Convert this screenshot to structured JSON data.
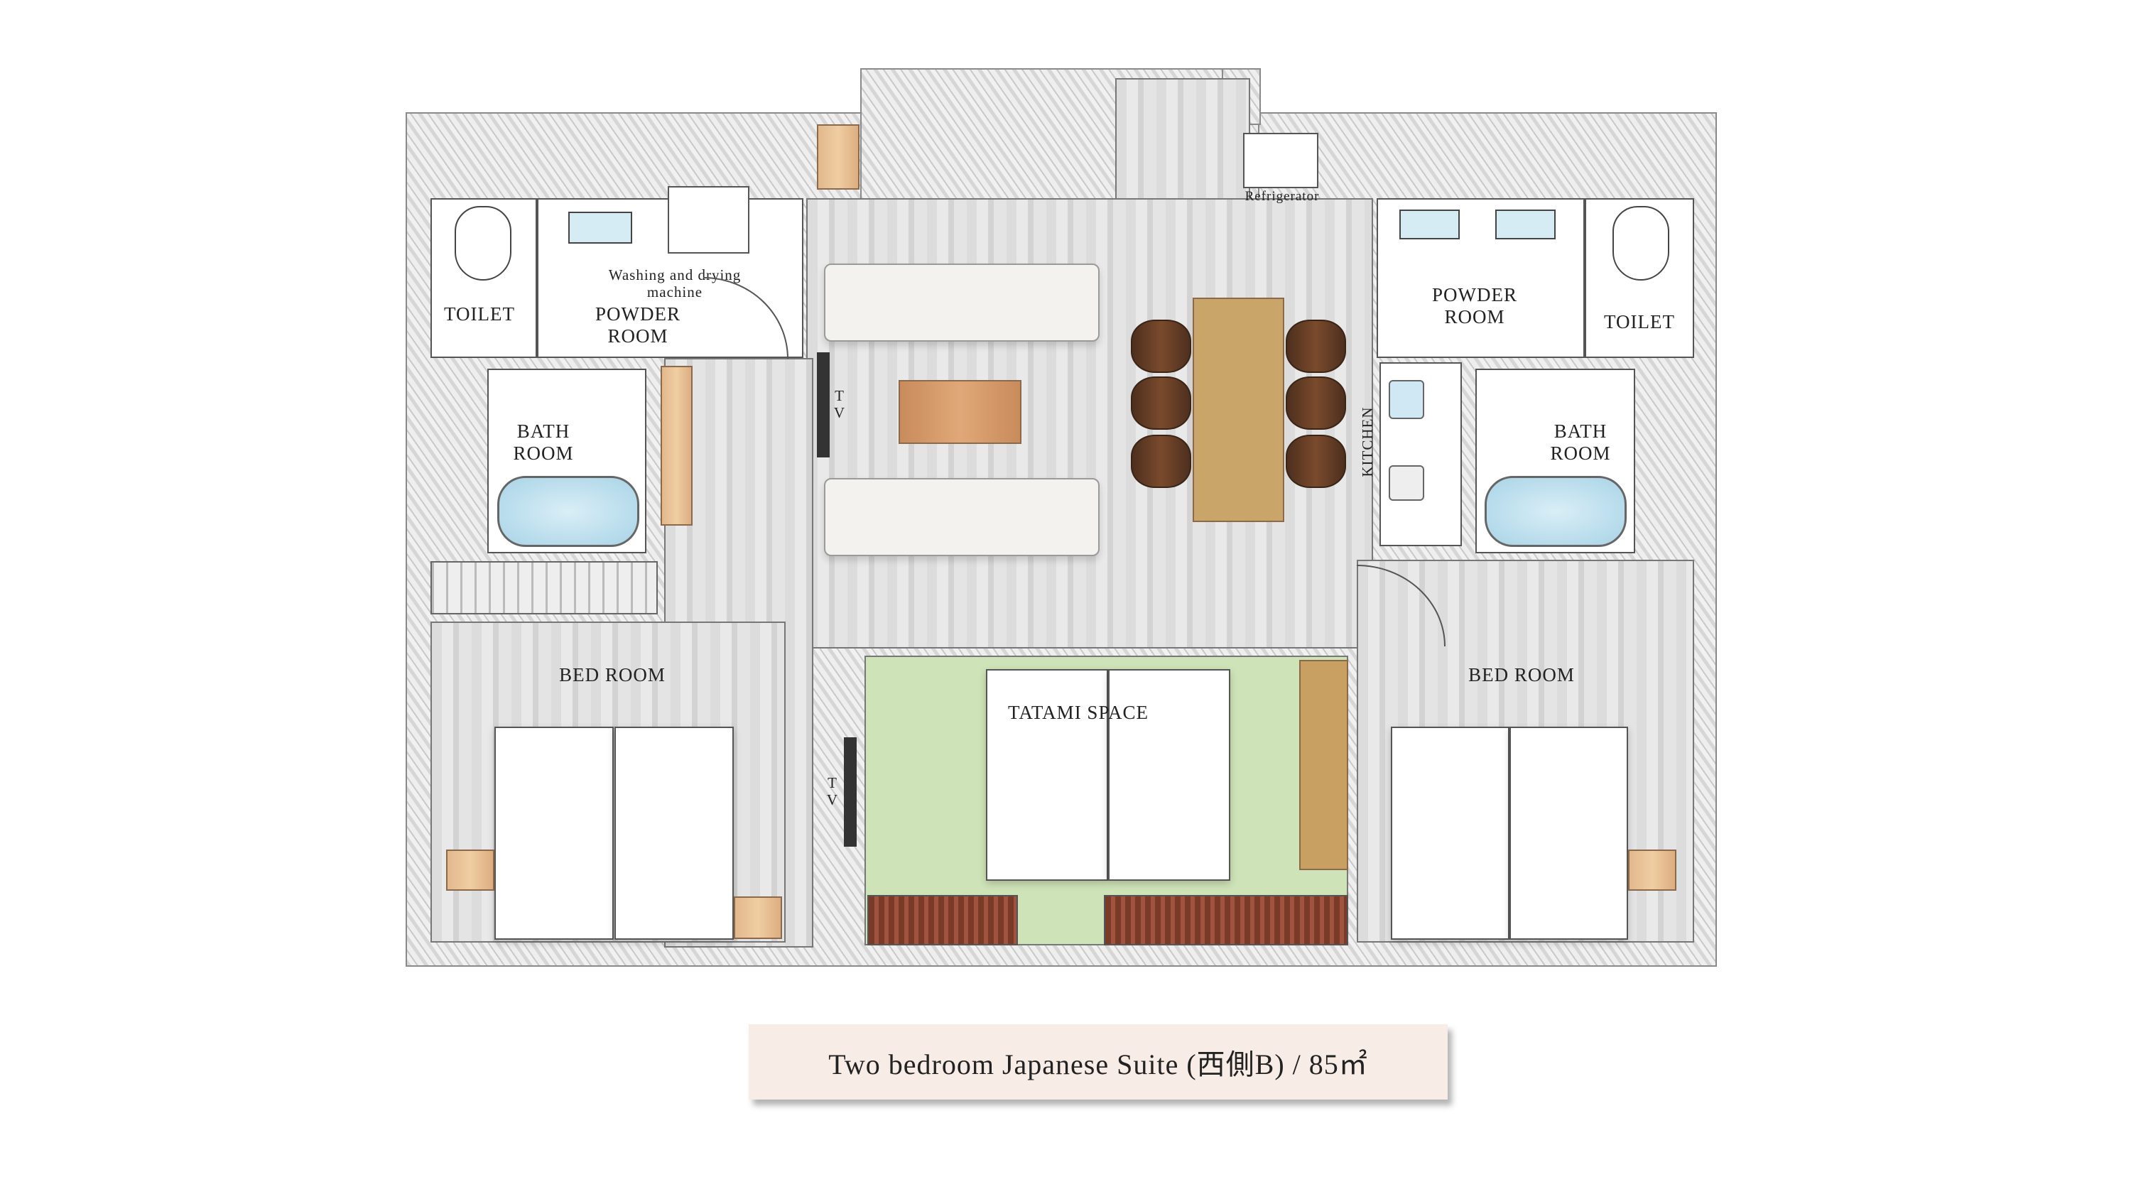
{
  "plan": {
    "rooms": {
      "toilet_left": "TOILET",
      "powder_left": "POWDER\nROOM",
      "washer": "Washing and drying\nmachine",
      "bath_left": "BATH\nROOM",
      "bedroom_left": "BED ROOM",
      "tv_living": "T\nV",
      "tv_corridor": "T\nV",
      "refrigerator": "Refrigerator",
      "kitchen": "KITCHEN",
      "powder_right": "POWDER\nROOM",
      "toilet_right": "TOILET",
      "bath_right": "BATH\nROOM",
      "bedroom_right": "BED ROOM",
      "tatami": "TATAMI SPACE"
    },
    "colors": {
      "tatami": "#cfe3b8",
      "wood": "#e9c398",
      "caption_bg": "#f8ece6"
    }
  },
  "caption": "Two bedroom Japanese Suite (西側B) / 85㎡"
}
